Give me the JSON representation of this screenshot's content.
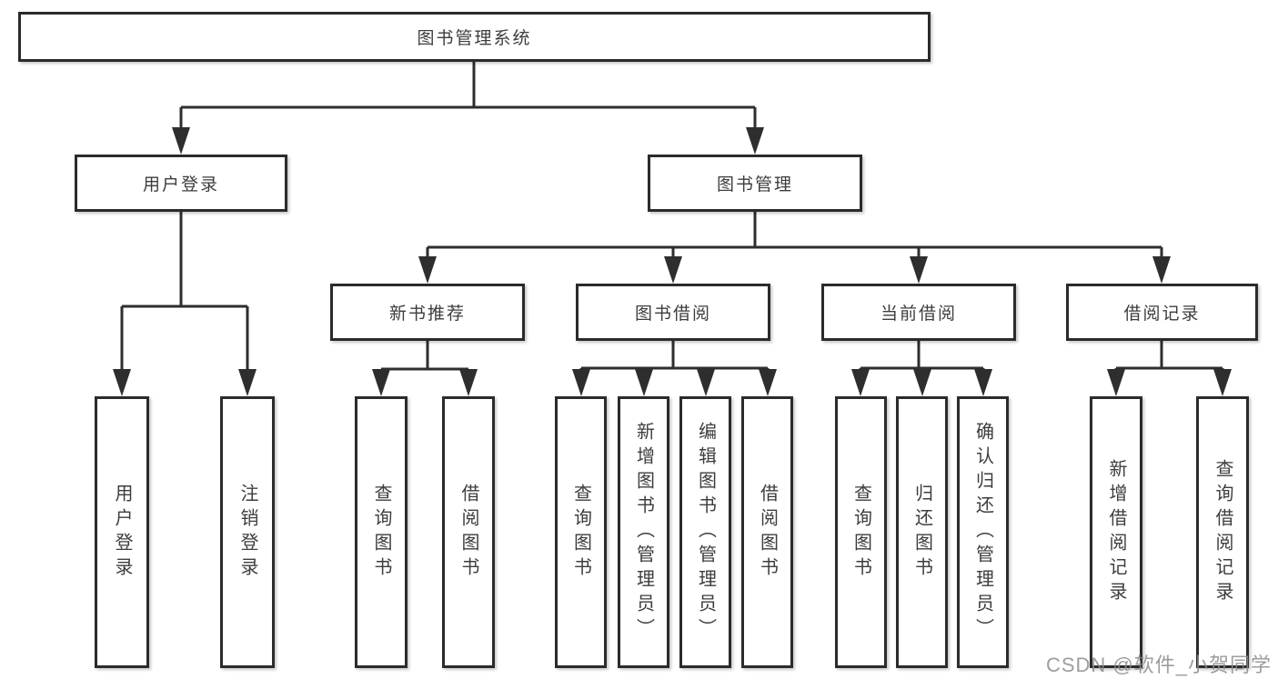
{
  "tree": {
    "root": {
      "label": "图书管理系统"
    },
    "children": [
      {
        "label": "用户登录",
        "children": [
          {
            "label": "用户登录"
          },
          {
            "label": "注销登录"
          }
        ]
      },
      {
        "label": "图书管理",
        "children": [
          {
            "label": "新书推荐",
            "children": [
              {
                "label": "查询图书"
              },
              {
                "label": "借阅图书"
              }
            ]
          },
          {
            "label": "图书借阅",
            "children": [
              {
                "label": "查询图书"
              },
              {
                "label": "新增图书（管理员）"
              },
              {
                "label": "编辑图书（管理员）"
              },
              {
                "label": "借阅图书"
              }
            ]
          },
          {
            "label": "当前借阅",
            "children": [
              {
                "label": "查询图书"
              },
              {
                "label": "归还图书"
              },
              {
                "label": "确认归还（管理员）"
              }
            ]
          },
          {
            "label": "借阅记录",
            "children": [
              {
                "label": "新增借阅记录"
              },
              {
                "label": "查询借阅记录"
              }
            ]
          }
        ]
      }
    ]
  },
  "watermark": {
    "text": "CSDN @软件_小贺同学"
  },
  "colors": {
    "line": "#2e2e2e",
    "box_border": "#2b2b2b",
    "box_fill": "#ffffff",
    "text": "#3d3d3d",
    "watermark": "#8c8c8c",
    "background": "#ffffff"
  }
}
